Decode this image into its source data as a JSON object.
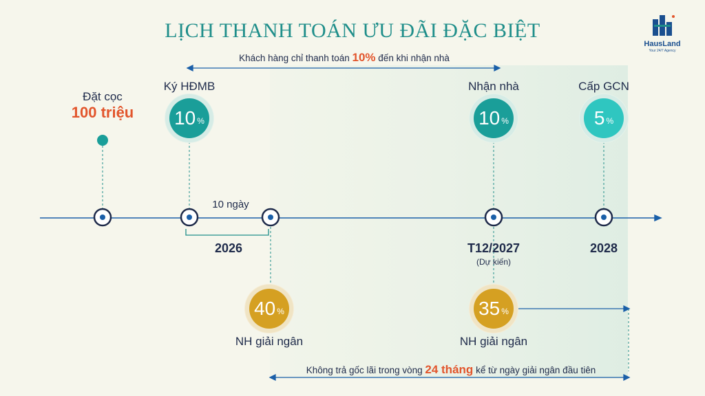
{
  "title": "LỊCH THANH TOÁN ƯU ĐÃI ĐẶC BIỆT",
  "logo": {
    "name": "HausLand",
    "tagline": "Your 24/7 Agency"
  },
  "top_note": {
    "before": "Khách hàng chỉ thanh toán",
    "highlight": "10%",
    "after": "đến khi nhận nhà"
  },
  "deposit": {
    "label": "Đặt cọc",
    "amount": "100 triệu"
  },
  "milestones": {
    "sign": {
      "label": "Ký HĐMB",
      "value": "10",
      "unit": "%"
    },
    "handover": {
      "label": "Nhận nhà",
      "value": "10",
      "unit": "%"
    },
    "certificate": {
      "label": "Cấp GCN",
      "value": "5",
      "unit": "%"
    }
  },
  "interval_label": "10 ngày",
  "years": {
    "y2026": "2026",
    "t12_2027": "T12/2027",
    "t12_2027_note": "(Dự kiến)",
    "y2028": "2028"
  },
  "bank": {
    "first": {
      "value": "40",
      "unit": "%",
      "label": "NH giải ngân"
    },
    "second": {
      "value": "35",
      "unit": "%",
      "label": "NH giải ngân"
    }
  },
  "bottom_note": {
    "before": "Không trả gốc lãi trong vòng",
    "highlight": "24 tháng",
    "after": "kể từ ngày giải ngân đầu tiên"
  },
  "colors": {
    "teal": "#1a9e99",
    "light_teal": "#2fc6c0",
    "gold": "#d5a022",
    "navy": "#1e2a4a",
    "accent": "#e2552c"
  }
}
